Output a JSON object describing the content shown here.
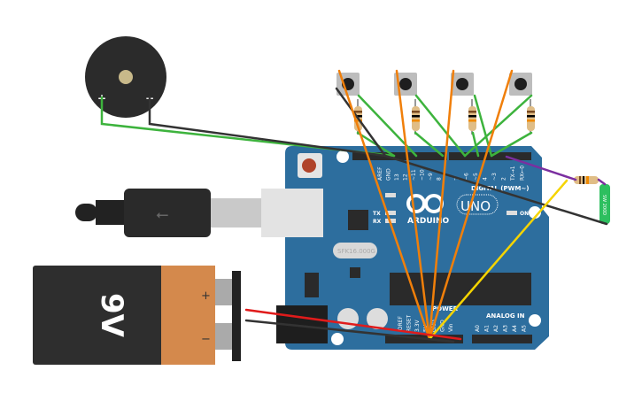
{
  "board": {
    "brand": "ARDUINO",
    "model": "UNO",
    "digital_label": "DIGITAL (PWM~)",
    "power_label": "POWER",
    "analog_label": "ANALOG IN",
    "tx": "TX",
    "rx": "RX",
    "on": "ON",
    "crystal": "SFK16.000G",
    "digital_pins": [
      "AREF",
      "GND",
      "13",
      "12",
      "~11",
      "~10",
      "~9",
      "8",
      "7",
      "~6",
      "~5",
      "4",
      "~3",
      "2",
      "TX→1",
      "RX←0"
    ],
    "power_pins": [
      "IOREF",
      "RESET",
      "3.3V",
      "5V",
      "GND",
      "GND",
      "Vin"
    ],
    "analog_pins": [
      "A0",
      "A1",
      "A2",
      "A3",
      "A4",
      "A5"
    ],
    "color": "#2d6e9e"
  },
  "battery": {
    "label": "9V",
    "plus": "+",
    "minus": "−"
  },
  "buzzer": {
    "plus": "+",
    "minus": "−"
  },
  "tilt_sensor": {
    "label": "SW 200D"
  },
  "wire_colors": {
    "orange": "#f07f0a",
    "green": "#3db33d",
    "black": "#333333",
    "red": "#e01b1b",
    "yellow": "#f5d400",
    "purple": "#7b2fa0"
  }
}
